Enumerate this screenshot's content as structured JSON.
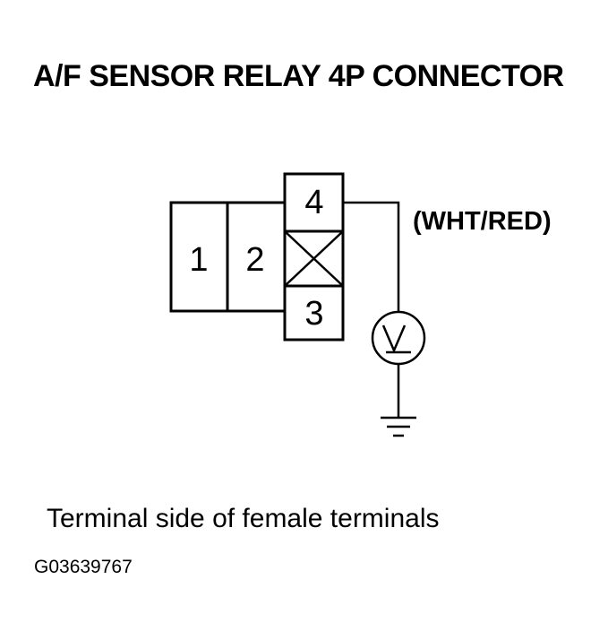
{
  "title": "A/F SENSOR RELAY 4P CONNECTOR",
  "connector": {
    "terminals": [
      {
        "pin": "1"
      },
      {
        "pin": "2"
      },
      {
        "pin": "3"
      },
      {
        "pin": "4"
      }
    ]
  },
  "wire": {
    "color_label": "(WHT/RED)"
  },
  "caption": "Terminal side of female terminals",
  "figure_id": "G03639767"
}
